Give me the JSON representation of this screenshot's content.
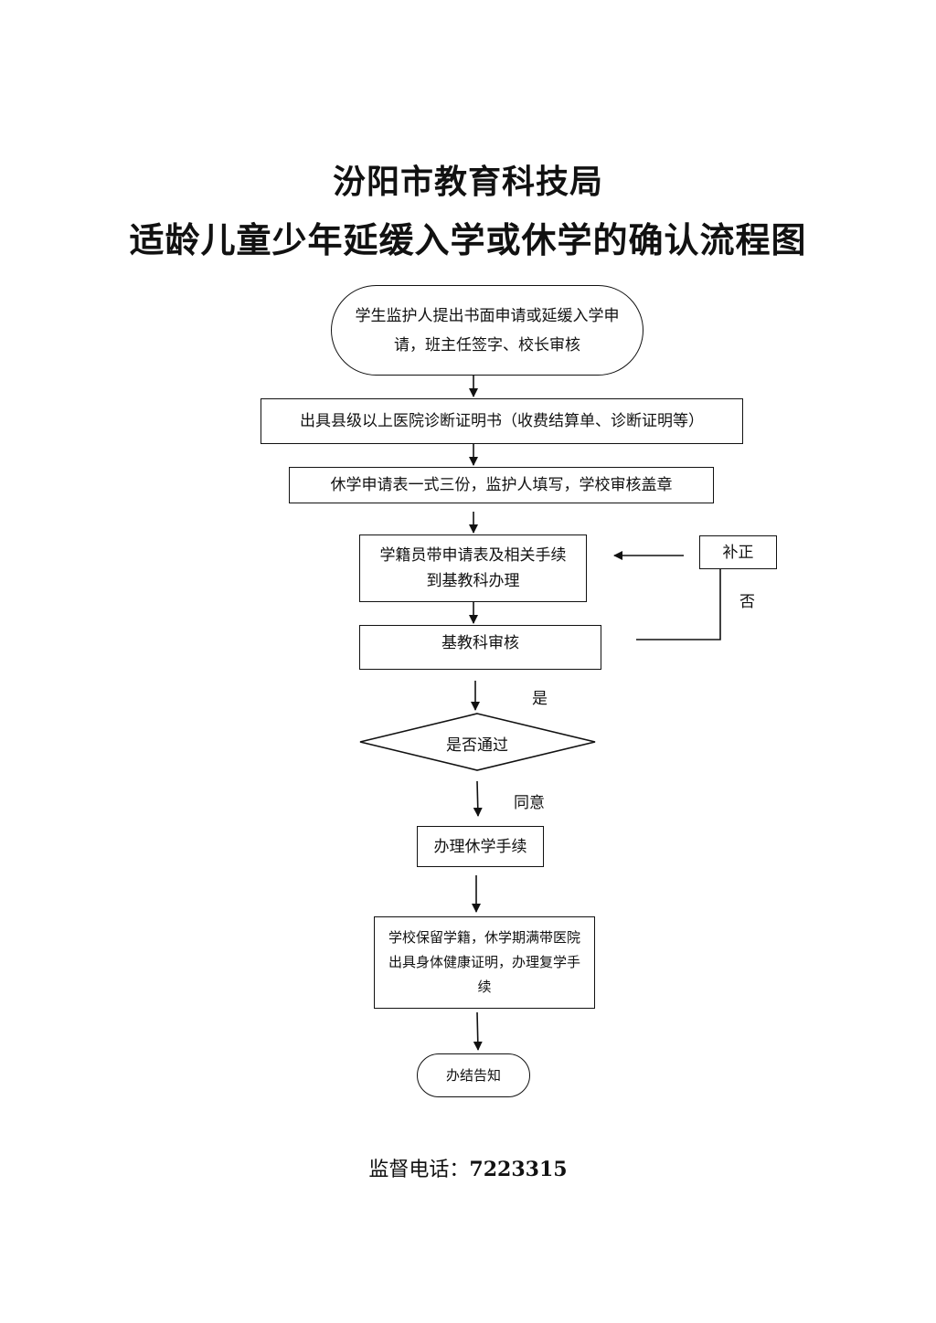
{
  "title": {
    "line1": "汾阳市教育科技局",
    "line2": "适龄儿童少年延缓入学或休学的确认流程图"
  },
  "nodes": {
    "start": "学生监护人提出书面申请或延缓入学申请，班主任签字、校长审核",
    "hospital": "出具县级以上医院诊断证明书（收费结算单、诊断证明等）",
    "form": "休学申请表一式三份，监护人填写，学校审核盖章",
    "registrar": "学籍员带申请表及相关手续到基教科办理",
    "review": "基教科审核",
    "supplement": "补正",
    "decision": "是否通过",
    "process": "办理休学手续",
    "retain": "学校保留学籍，休学期满带医院出具身体健康证明，办理复学手续",
    "end": "办结告知"
  },
  "labels": {
    "no": "否",
    "yes": "是",
    "agree": "同意"
  },
  "footer": {
    "label": "监督电话：",
    "phone": "7223315"
  }
}
